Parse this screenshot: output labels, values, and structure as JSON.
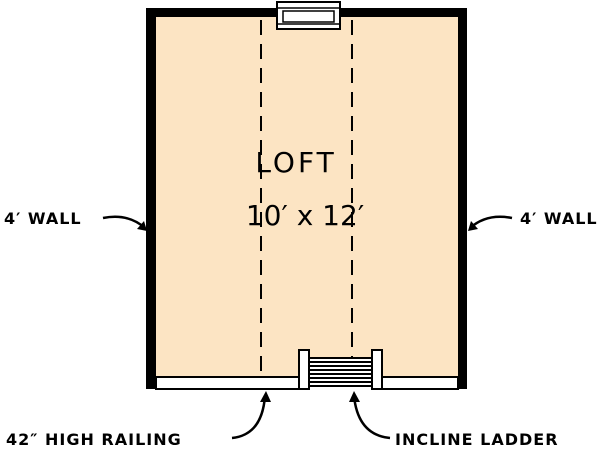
{
  "room": {
    "name": "LOFT",
    "dimensions": "10′ x 12′"
  },
  "callouts": {
    "left_wall": "4′ WALL",
    "right_wall": "4′ WALL",
    "railing": "42″ HIGH RAILING",
    "ladder": "INCLINE LADDER"
  },
  "colors": {
    "floor": "#fce4c3",
    "wall": "#000000",
    "background": "#ffffff"
  }
}
